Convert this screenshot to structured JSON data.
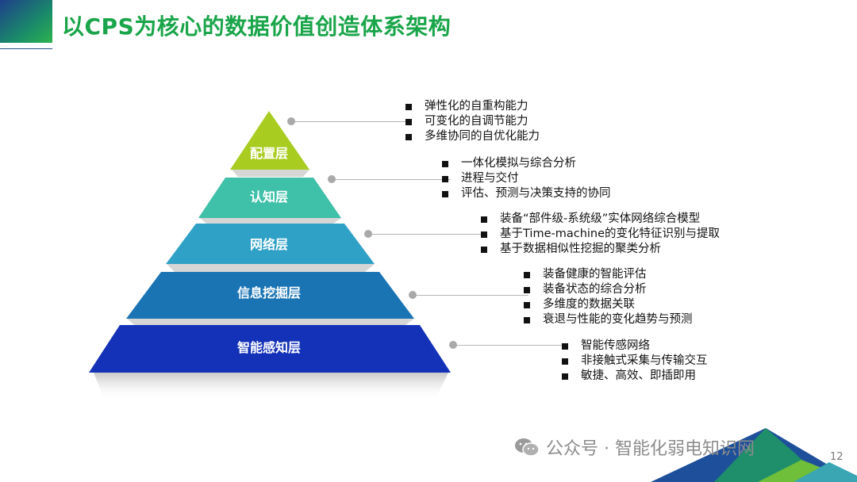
{
  "title": "以CPS为核心的数据价值创造体系架构",
  "layers": [
    {
      "label": "配置层",
      "color": "#a9cc21",
      "items": [
        "弹性化的自重构能力",
        "可变化的自调节能力",
        "多维协同的自优化能力"
      ]
    },
    {
      "label": "认知层",
      "color": "#3fc0a8",
      "items": [
        "一体化模拟与综合分析",
        "进程与交付",
        "评估、预测与决策支持的协同"
      ]
    },
    {
      "label": "网络层",
      "color": "#2fa1c6",
      "items": [
        "装备“部件级-系统级”实体网络综合模型",
        "基于Time-machine的变化特征识别与提取",
        "基于数据相似性挖掘的聚类分析"
      ]
    },
    {
      "label": "信息挖掘层",
      "color": "#1a74b4",
      "items": [
        "装备健康的智能评估",
        "装备状态的综合分析",
        "多维度的数据关联",
        "衰退与性能的变化趋势与预测"
      ]
    },
    {
      "label": "智能感知层",
      "color": "#1432b8",
      "items": [
        "智能传感网络",
        "非接触式采集与传输交互",
        "敏捷、高效、即插即用"
      ]
    }
  ],
  "watermark": "公众号 · 智能化弱电知识网",
  "page_number": "12"
}
